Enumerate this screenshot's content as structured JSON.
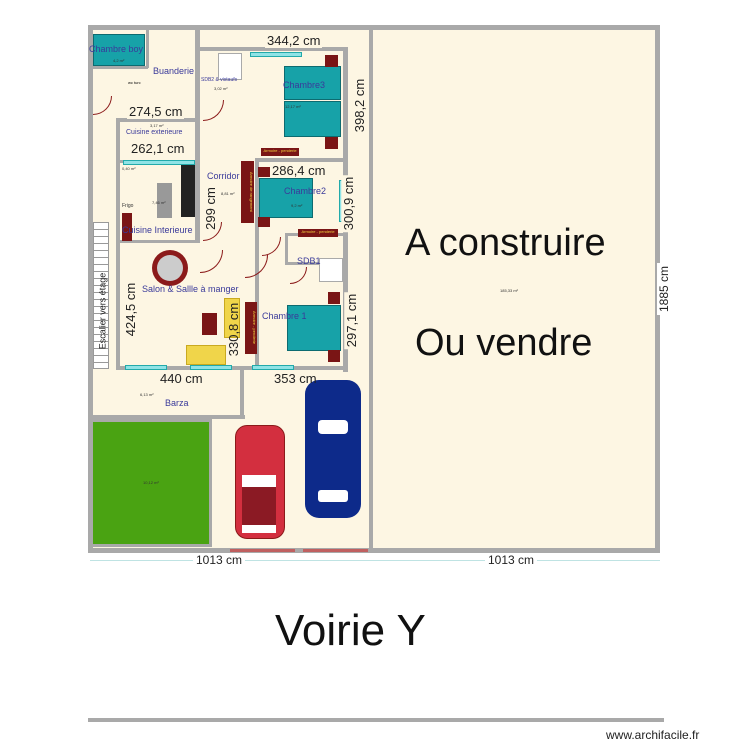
{
  "rooms": {
    "chambre_boy": "Chambre boy",
    "buanderie": "Buanderie",
    "sdb2": "SDB2 & vistaufs",
    "chambre3": "Chambre3",
    "cuisine_exterieure": "Cuisine exterieure",
    "corridor": "Corridor",
    "chambre2": "Chambre2",
    "cuisine_interieure": "Cuisine Interieure",
    "sdb1": "SDB1",
    "salon": "Salon & Sallle à manger",
    "chambre1": "Chambre 1",
    "barza": "Barza",
    "escalier": "Escalier vers étage",
    "frigo": "Frigo",
    "wc": "wc turc"
  },
  "cabinets": {
    "armoire_dressing": "Armoire de rangement",
    "armoire_penderie_1": "Armoire - penderie",
    "armoire_penderie_2": "Armoire - penderie",
    "armoire_penderie_3": "Armoire - penderie"
  },
  "areas": {
    "chambre_boy": "4,2 m²",
    "sdb2": "3,02 m²",
    "chambre3": "12,17 m²",
    "cuisine_ext": "3,17 m²",
    "cuisine_int": "7,46 m²",
    "corridor": "8,81 m²",
    "chambre2": "9,2 m²",
    "kitchen_small": "0,40 m²",
    "barza": "6,13 m²",
    "lawn": "10,12 m²",
    "plot": "185,33 m²"
  },
  "dimensions": {
    "d1": "344,2 cm",
    "d2": "398,2 cm",
    "d3": "274,5 cm",
    "d4": "262,1 cm",
    "d5": "286,4 cm",
    "d6": "300,9 cm",
    "d7": "299 cm",
    "d8": "424,5 cm",
    "d9": "330,8 cm",
    "d10": "297,1 cm",
    "d11": "440 cm",
    "d12": "353 cm",
    "d13": "1013 cm",
    "d14": "1013 cm",
    "d15": "1885 cm"
  },
  "plot_text": {
    "line1": "A construire",
    "line2": "Ou vendre"
  },
  "street": "Voirie Y",
  "watermark": "www.archifacile.fr",
  "colors": {
    "floor": "#fdf6e3",
    "wall": "#a9a9a9",
    "lawn": "#4aa312",
    "car_red": "#d32f3f",
    "car_blue": "#0d2a8a",
    "furniture": "#7a1515",
    "bed": "#17a2a8"
  }
}
